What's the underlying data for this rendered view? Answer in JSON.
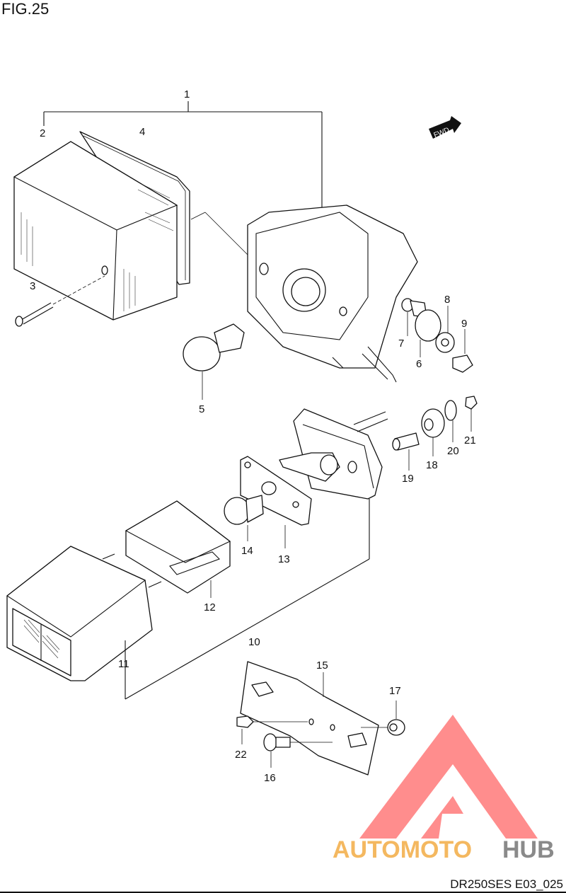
{
  "figure_label": "FIG.25",
  "footer_code": "DR250SES E03_025",
  "forward_arrow_label": "FWD",
  "watermark": {
    "text_orange": "AUTOMOTO",
    "text_gray": "HUB",
    "color_logo": "#ff6b6b",
    "color_orange": "#f4b860",
    "color_gray": "#8a8a8a"
  },
  "callouts": [
    "1",
    "2",
    "3",
    "4",
    "5",
    "6",
    "7",
    "8",
    "9",
    "10",
    "11",
    "12",
    "13",
    "14",
    "15",
    "16",
    "17",
    "18",
    "19",
    "20",
    "21",
    "22"
  ]
}
